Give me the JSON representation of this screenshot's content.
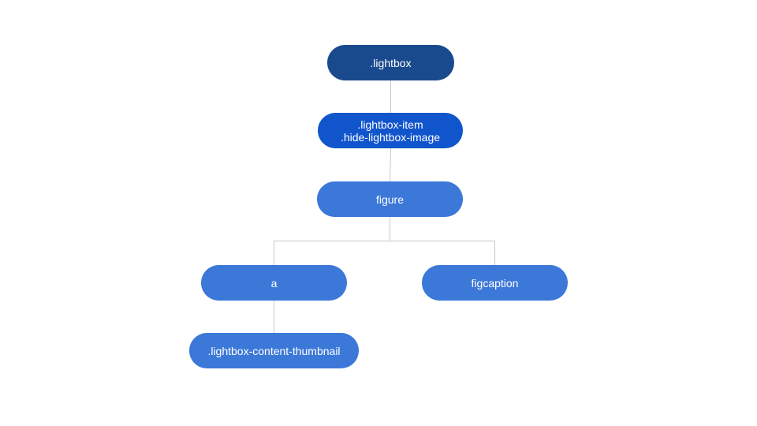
{
  "colors": {
    "level_0": "#1a4a8e",
    "level_1": "#1155cc",
    "level_2": "#3c78d8",
    "connector": "#c8c8c8"
  },
  "nodes": {
    "lightbox": {
      "label": ".lightbox",
      "color_key": "level_0"
    },
    "lightbox_item": {
      "label_line1": ".lightbox-item",
      "label_line2": ".hide-lightbox-image",
      "color_key": "level_1"
    },
    "figure": {
      "label": "figure",
      "color_key": "level_2"
    },
    "a": {
      "label": "a",
      "color_key": "level_2"
    },
    "figcaption": {
      "label": "figcaption",
      "color_key": "level_2"
    },
    "thumbnail": {
      "label": ".lightbox-content-thumbnail",
      "color_key": "level_2"
    }
  },
  "edges": [
    {
      "from": "lightbox",
      "to": "lightbox_item"
    },
    {
      "from": "lightbox_item",
      "to": "figure"
    },
    {
      "from": "figure",
      "to": "a"
    },
    {
      "from": "figure",
      "to": "figcaption"
    },
    {
      "from": "a",
      "to": "thumbnail"
    }
  ]
}
